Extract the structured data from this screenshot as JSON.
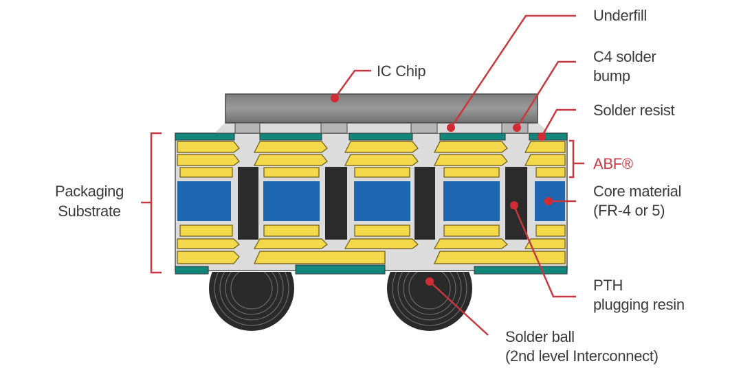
{
  "diagram": {
    "title": "Packaging substrate cross-section",
    "colors": {
      "chip": "#8a8a8a",
      "underfill": "#dcdcdc",
      "solder_resist": "#14877c",
      "abf": "#f2d84a",
      "core": "#1f66b0",
      "pth_resin": "#2b2b2b",
      "solder_ball": "#2a2a2a",
      "leader": "#c8373f"
    },
    "labels": {
      "ic_chip": "IC Chip",
      "underfill": "Underfill",
      "c4_line1": "C4 solder",
      "c4_line2": "bump",
      "solder_resist": "Solder resist",
      "abf": "ABF®",
      "core_line1": "Core material",
      "core_line2": "(FR-4 or 5)",
      "pth_line1": "PTH",
      "pth_line2": "plugging resin",
      "solder_ball_line1": "Solder ball",
      "solder_ball_line2": "(2nd level Interconnect)",
      "substrate_line1": "Packaging",
      "substrate_line2": "Substrate"
    }
  }
}
